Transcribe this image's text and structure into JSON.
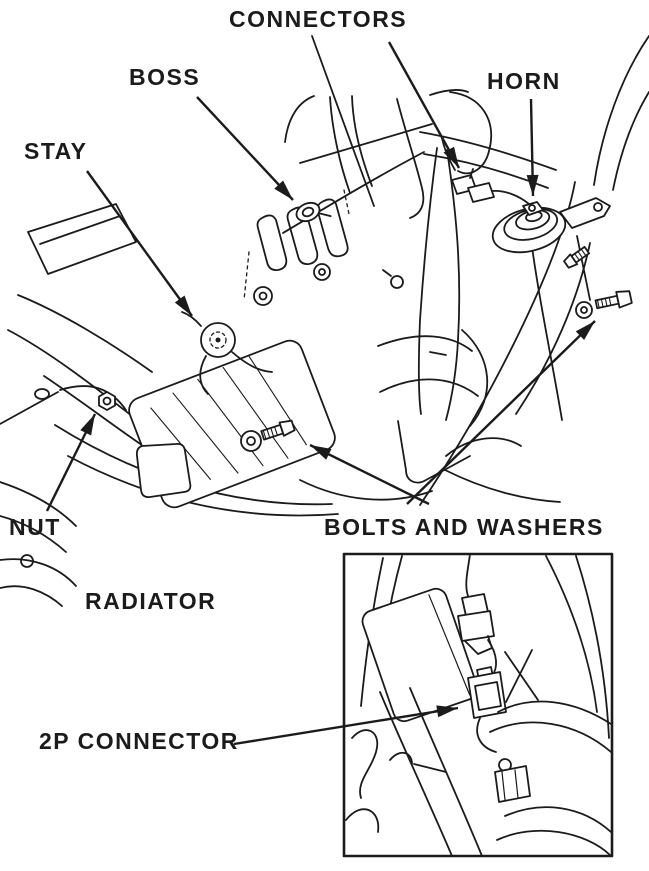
{
  "figure": {
    "type": "service-manual-illustration",
    "subject": "radiator and horn mounting diagram with 2P connector inset",
    "colors": {
      "ink": "#1b1b1b",
      "background": "#ffffff"
    },
    "labels": {
      "connectors": "CONNECTORS",
      "boss": "BOSS",
      "horn": "HORN",
      "stay": "STAY",
      "nut": "NUT",
      "bolts_and_washers": "BOLTS AND WASHERS",
      "radiator": "RADIATOR",
      "two_p_connector": "2P CONNECTOR"
    }
  }
}
